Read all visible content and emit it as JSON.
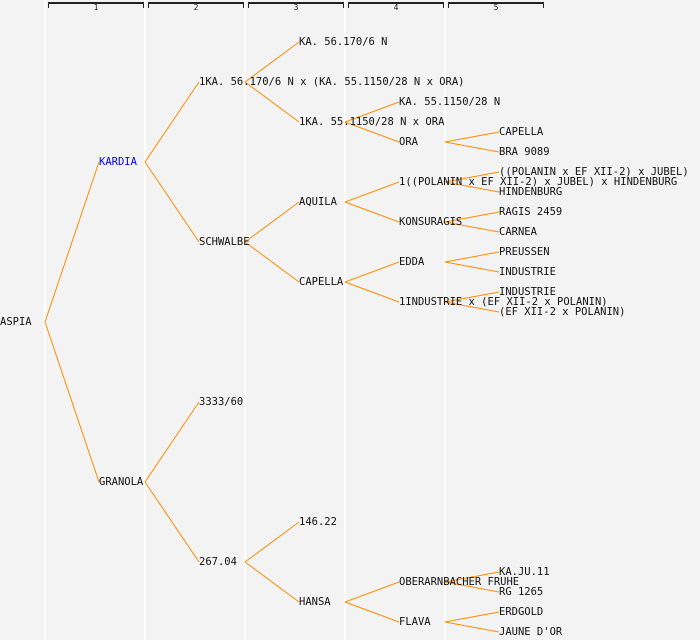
{
  "columns": [
    "1",
    "2",
    "3",
    "4",
    "5"
  ],
  "colors": {
    "line": "#ff8c00",
    "highlight": "#0000ff",
    "text": "#111111"
  },
  "tree": {
    "name": "ASPIA",
    "children": [
      {
        "name": "KARDIA",
        "highlight": true,
        "children": [
          {
            "name": "1KA. 56.170/6 N x (KA. 55.1150/28 N x ORA)",
            "children": [
              {
                "name": "KA. 56.170/6 N",
                "children": []
              },
              {
                "name": "1KA. 55.1150/28 N x ORA",
                "children": [
                  {
                    "name": "KA. 55.1150/28 N",
                    "children": []
                  },
                  {
                    "name": "ORA",
                    "children": [
                      {
                        "name": "CAPELLA"
                      },
                      {
                        "name": "BRA 9089"
                      }
                    ]
                  }
                ]
              }
            ]
          },
          {
            "name": "SCHWALBE",
            "children": [
              {
                "name": "AQUILA",
                "children": [
                  {
                    "name": "1((POLANIN x EF XII-2) x JUBEL) x HINDENBURG",
                    "children": [
                      {
                        "name": "((POLANIN x EF XII-2) x JUBEL)"
                      },
                      {
                        "name": "HINDENBURG"
                      }
                    ]
                  },
                  {
                    "name": "KONSURAGIS",
                    "children": [
                      {
                        "name": "RAGIS 2459"
                      },
                      {
                        "name": "CARNEA"
                      }
                    ]
                  }
                ]
              },
              {
                "name": "CAPELLA",
                "children": [
                  {
                    "name": "EDDA",
                    "children": [
                      {
                        "name": "PREUSSEN"
                      },
                      {
                        "name": "INDUSTRIE"
                      }
                    ]
                  },
                  {
                    "name": "1INDUSTRIE x (EF XII-2 x POLANIN)",
                    "children": [
                      {
                        "name": "INDUSTRIE"
                      },
                      {
                        "name": "(EF XII-2 x POLANIN)"
                      }
                    ]
                  }
                ]
              }
            ]
          }
        ]
      },
      {
        "name": "GRANOLA",
        "children": [
          {
            "name": "3333/60",
            "children": []
          },
          {
            "name": "267.04",
            "children": [
              {
                "name": "146.22",
                "children": []
              },
              {
                "name": "HANSA",
                "children": [
                  {
                    "name": "OBERARNBACHER FRUHE",
                    "children": [
                      {
                        "name": "KA.JU.11"
                      },
                      {
                        "name": "RG 1265"
                      }
                    ]
                  },
                  {
                    "name": "FLAVA",
                    "children": [
                      {
                        "name": "ERDGOLD"
                      },
                      {
                        "name": "JAUNE D'OR"
                      }
                    ]
                  }
                ]
              }
            ]
          }
        ]
      }
    ]
  }
}
